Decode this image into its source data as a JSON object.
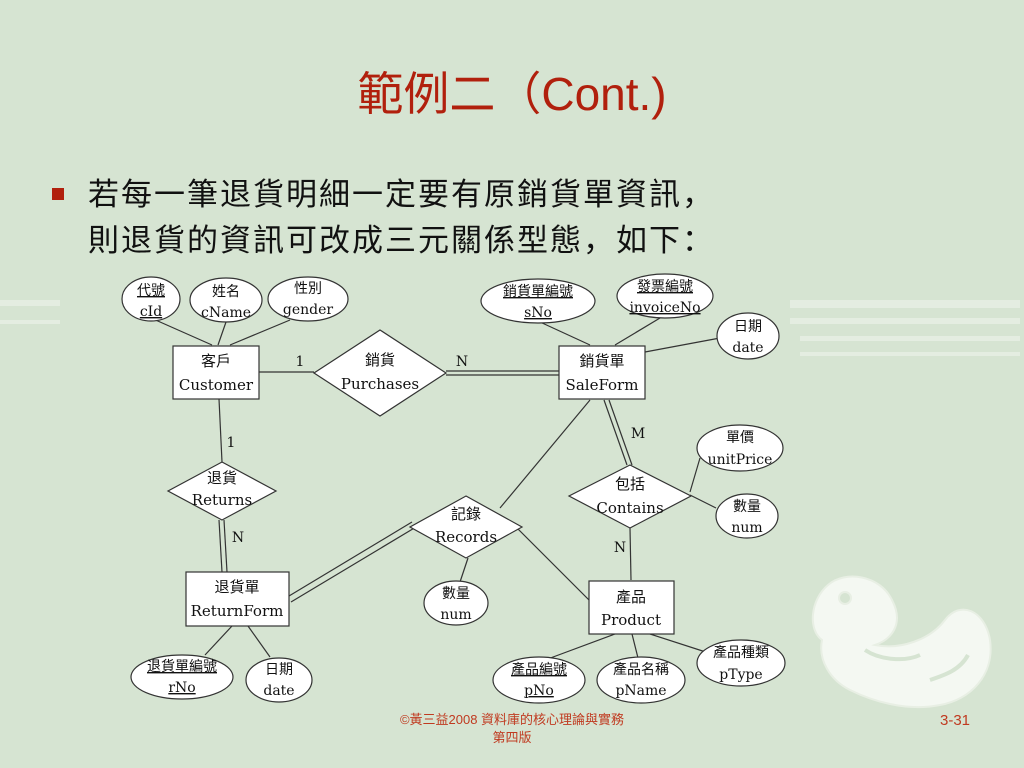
{
  "title": {
    "cjk": "範例二（",
    "latin": "Cont.)"
  },
  "bullet": {
    "line1": "若每一筆退貨明細一定要有原銷貨單資訊，",
    "line2": "則退貨的資訊可改成三元關係型態，如下："
  },
  "entities": {
    "customer": {
      "zh": "客戶",
      "en": "Customer"
    },
    "saleform": {
      "zh": "銷貨單",
      "en": "SaleForm"
    },
    "returnform": {
      "zh": "退貨單",
      "en": "ReturnForm"
    },
    "product": {
      "zh": "產品",
      "en": "Product"
    }
  },
  "relationships": {
    "purchases": {
      "zh": "銷貨",
      "en": "Purchases"
    },
    "returns": {
      "zh": "退貨",
      "en": "Returns"
    },
    "records": {
      "zh": "記錄",
      "en": "Records"
    },
    "contains": {
      "zh": "包括",
      "en": "Contains"
    }
  },
  "attributes": {
    "cid": {
      "zh": "代號",
      "en": "cId"
    },
    "cname": {
      "zh": "姓名",
      "en": "cName"
    },
    "gender": {
      "zh": "性別",
      "en": "gender"
    },
    "sno": {
      "zh": "銷貨單編號",
      "en": "sNo"
    },
    "invoiceno": {
      "zh": "發票編號",
      "en": "invoiceNo"
    },
    "sale_date": {
      "zh": "日期",
      "en": "date"
    },
    "unitprice": {
      "zh": "單價",
      "en": "unitPrice"
    },
    "contains_num": {
      "zh": "數量",
      "en": "num"
    },
    "records_num": {
      "zh": "數量",
      "en": "num"
    },
    "rno": {
      "zh": "退貨單編號",
      "en": "rNo"
    },
    "return_date": {
      "zh": "日期",
      "en": "date"
    },
    "pno": {
      "zh": "產品編號",
      "en": "pNo"
    },
    "pname": {
      "zh": "產品名稱",
      "en": "pName"
    },
    "ptype": {
      "zh": "產品種類",
      "en": "pType"
    }
  },
  "cardinalities": {
    "purchases_customer": "1",
    "purchases_saleform": "N",
    "returns_customer": "1",
    "returns_returnform": "N",
    "contains_saleform": "M",
    "contains_product": "N"
  },
  "footer": {
    "credit_line1": "©黃三益2008 資料庫的核心理論與實務",
    "credit_line2": "第四版",
    "page": "3-31"
  },
  "colors": {
    "background": "#d6e4d2",
    "accent_red": "#b1200d",
    "line": "#333333",
    "shape_fill": "#ffffff"
  }
}
